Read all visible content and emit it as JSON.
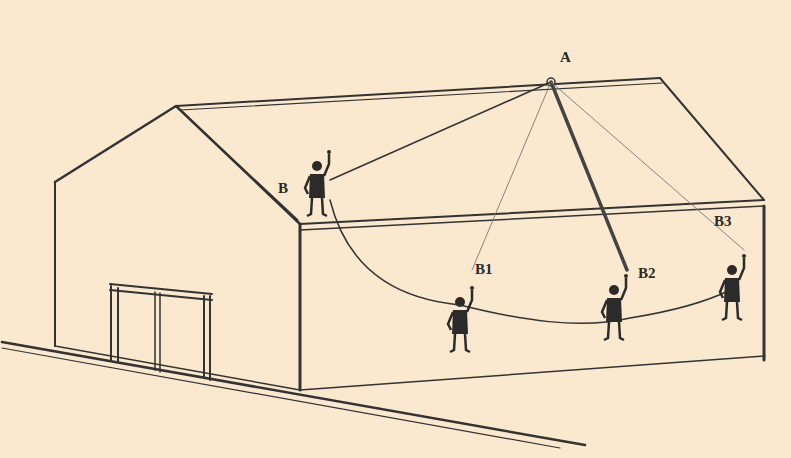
{
  "diagram": {
    "labels": [
      "A",
      "B",
      "B1",
      "B2",
      "B3"
    ]
  }
}
